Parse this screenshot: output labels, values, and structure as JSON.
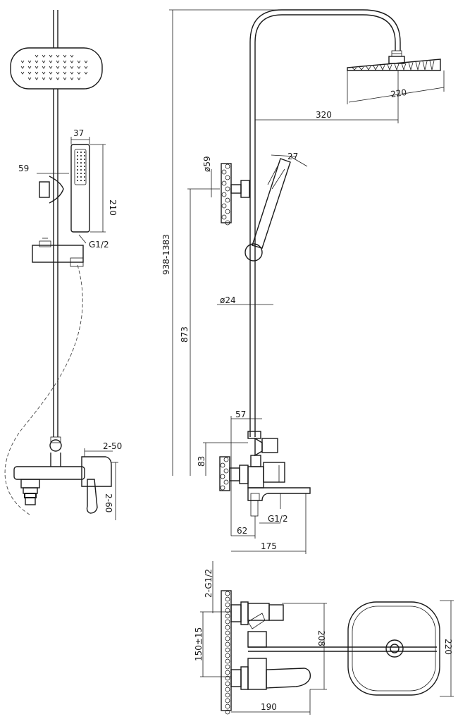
{
  "dimensions": {
    "front_hand_shower_width": "37",
    "front_bracket_offset": "59",
    "front_hand_shower_length": "210",
    "front_hand_shower_thread": "G1/2",
    "front_mixer_width": "2-50",
    "front_mixer_height": "2-60",
    "side_head_diameter": "220",
    "side_arm_reach": "320",
    "side_bracket_diameter": "ø59",
    "side_hand_width": "27",
    "side_total_height": "938-1383",
    "side_pipe_diameter": "ø24",
    "side_slider_height": "873",
    "side_diverter_width": "57",
    "side_inlet_height": "83",
    "side_inlet_depth": "62",
    "side_outlet_thread": "G1/2",
    "side_total_depth": "175",
    "bottom_inlet_thread": "2-G1/2",
    "bottom_inlet_spacing": "150±15",
    "bottom_mixer_height": "208",
    "bottom_mixer_depth": "190",
    "top_head_width": "220"
  }
}
